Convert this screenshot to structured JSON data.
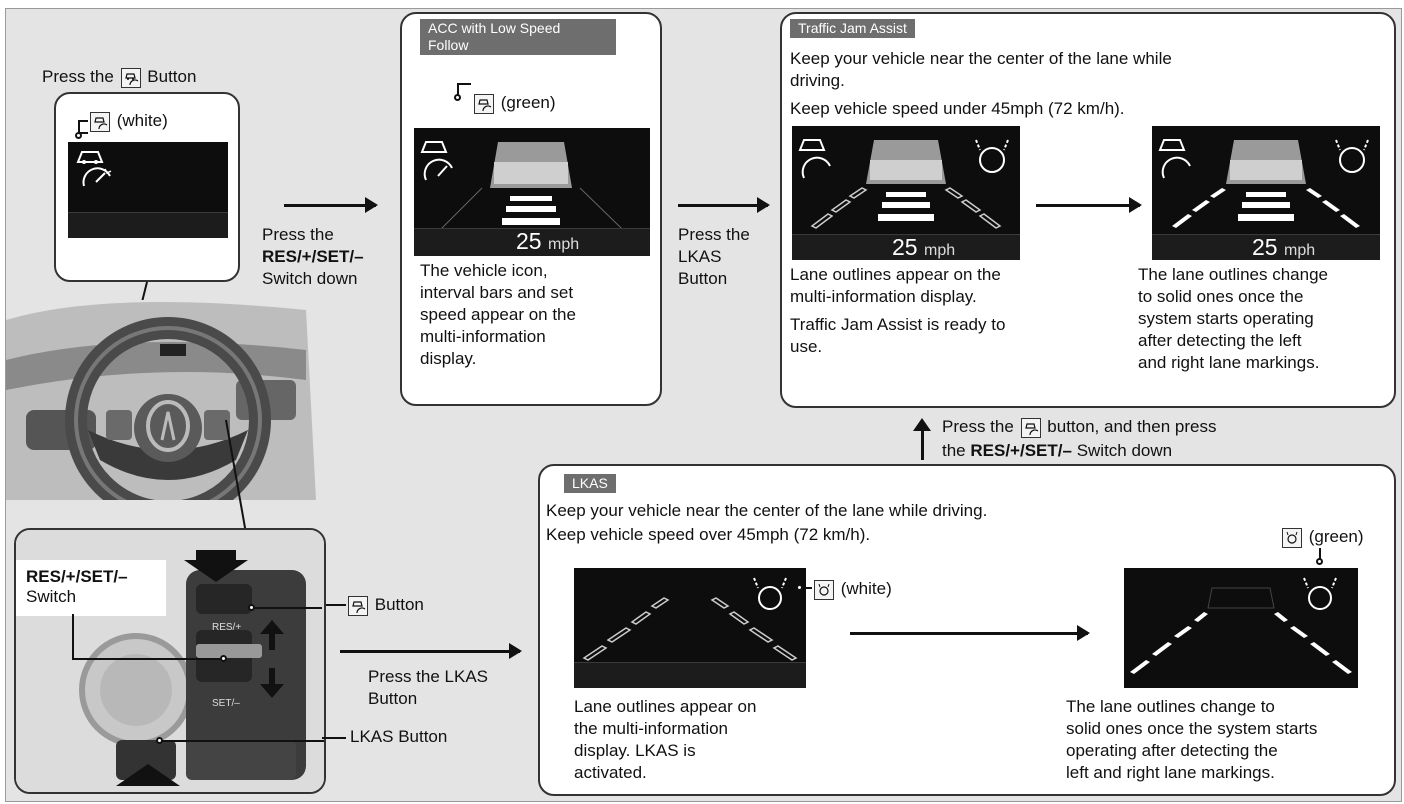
{
  "left": {
    "press_prefix": "Press the",
    "press_suffix": "Button",
    "white_label": "(white)",
    "switch_label_1": "RES/+/SET/–",
    "switch_label_2": "Switch",
    "cruise_button_label": "Button",
    "lkas_button_label": "LKAS Button",
    "res_plus": "RES/+",
    "set_minus": "SET/–"
  },
  "step1": {
    "line1": "Press the",
    "line2": "RES/+/SET/–",
    "line3": "Switch down"
  },
  "acc": {
    "tag_line1": "ACC with Low Speed",
    "tag_line2": "Follow",
    "green_label": "(green)",
    "speed": "25",
    "unit": "mph",
    "desc_lines": [
      "The vehicle icon,",
      "interval bars and set",
      "speed appear on the",
      "multi-information",
      "display."
    ]
  },
  "step2": {
    "line1": "Press the",
    "line2": "LKAS",
    "line3": "Button"
  },
  "tja": {
    "tag": "Traffic Jam Assist",
    "line1": "Keep your vehicle near the center of the lane while",
    "line2": "driving.",
    "line3": "Keep vehicle speed under 45mph (72 km/h).",
    "speed": "25",
    "unit": "mph",
    "desc1_lines": [
      "Lane outlines appear on the",
      "multi-information display."
    ],
    "desc1b_lines": [
      "Traffic Jam Assist is ready to",
      "use."
    ],
    "desc2_lines": [
      "The lane outlines change",
      "to solid ones once the",
      "system starts operating",
      "after detecting the left",
      "and right lane markings."
    ]
  },
  "transfer": {
    "line1_prefix": "Press the",
    "line1_suffix": "button, and then press",
    "line2_prefix": "the",
    "line2_bold": "RES/+/SET/–",
    "line2_suffix": "Switch down"
  },
  "step3": {
    "line1": "Press the LKAS",
    "line2": "Button"
  },
  "lkas": {
    "tag": "LKAS",
    "line1": "Keep your vehicle near the center of the lane while driving.",
    "line2": "Keep vehicle speed over 45mph (72 km/h).",
    "white_label": "(white)",
    "green_label": "(green)",
    "desc1_lines": [
      "Lane outlines appear on",
      "the multi-information",
      "display. LKAS is",
      "activated."
    ],
    "desc2_lines": [
      "The lane outlines change to",
      "solid ones once the system starts",
      "operating after detecting the",
      "left and right lane markings."
    ]
  },
  "colors": {
    "panel_bg": "#e4e4e4",
    "tag_bg": "#6e6e6e",
    "display_bg": "#0d0d0d",
    "lane_white": "#ffffff"
  }
}
